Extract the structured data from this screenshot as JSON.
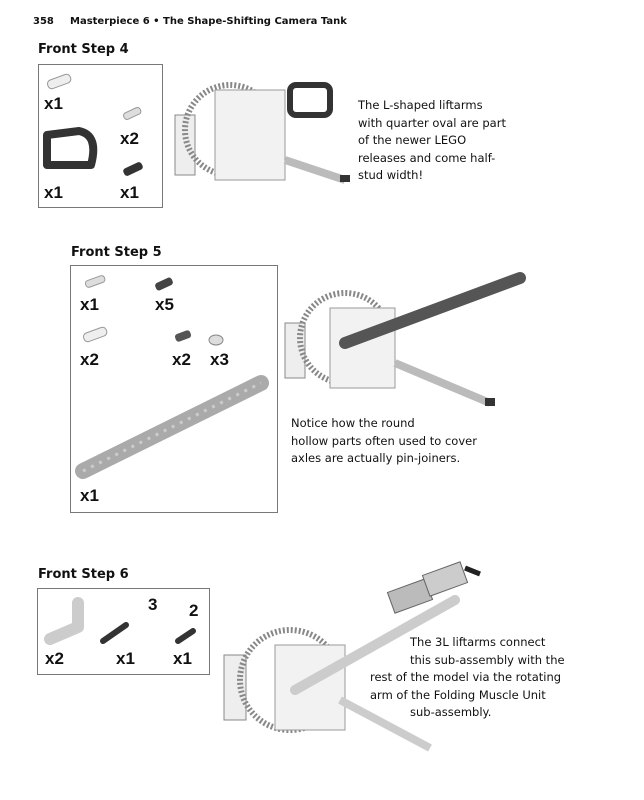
{
  "header": {
    "page_number": "358",
    "title": "Masterpiece 6 • The Shape-Shifting Camera Tank"
  },
  "steps": [
    {
      "title": "Front Step 4",
      "quantities": [
        "x1",
        "x2",
        "x1",
        "x1"
      ],
      "note_lines": [
        "The L-shaped liftarms",
        "with quarter oval are part",
        "of the newer LEGO",
        "releases and come half-",
        "stud width!"
      ]
    },
    {
      "title": "Front Step 5",
      "quantities": [
        "x1",
        "x5",
        "x2",
        "x2",
        "x3",
        "x1"
      ],
      "note_lines": [
        "Notice how the round",
        "hollow parts often used to cover",
        "axles are actually pin-joiners."
      ]
    },
    {
      "title": "Front Step 6",
      "quantities": [
        "x2",
        "x1",
        "x1"
      ],
      "axle_lengths": [
        "3",
        "2"
      ],
      "note_lines": [
        "The 3L liftarms connect",
        "this sub-assembly with the",
        "rest of the model via the rotating",
        "arm of the Folding Muscle Unit",
        "sub-assembly."
      ]
    }
  ]
}
